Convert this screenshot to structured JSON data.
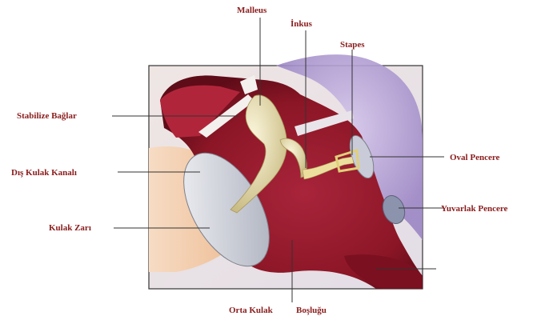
{
  "diagram": {
    "labels": {
      "malleus": "Malleus",
      "inkus": "İnkus",
      "stapes": "Stapes",
      "stabilize_baglar": "Stabilize Bağlar",
      "dis_kulak_kanali": "Dış Kulak Kanalı",
      "kulak_zari": "Kulak Zarı",
      "oval_pencere": "Oval Pencere",
      "yuvarlak_pencere": "Yuvarlak Pencere",
      "orta_kulak": "Orta Kulak",
      "boslugu": "Boşluğu"
    },
    "colors": {
      "label_text": "#8a1c1c",
      "leader_line": "#333333",
      "cavity_red": "#9b1b2a",
      "cavity_dark": "#6e0f1c",
      "bone": "#e8dfb0",
      "eardrum": "#cfd3dc",
      "inner_ear_purple": "#b9a6d8",
      "skin": "#f2c9a6"
    }
  }
}
